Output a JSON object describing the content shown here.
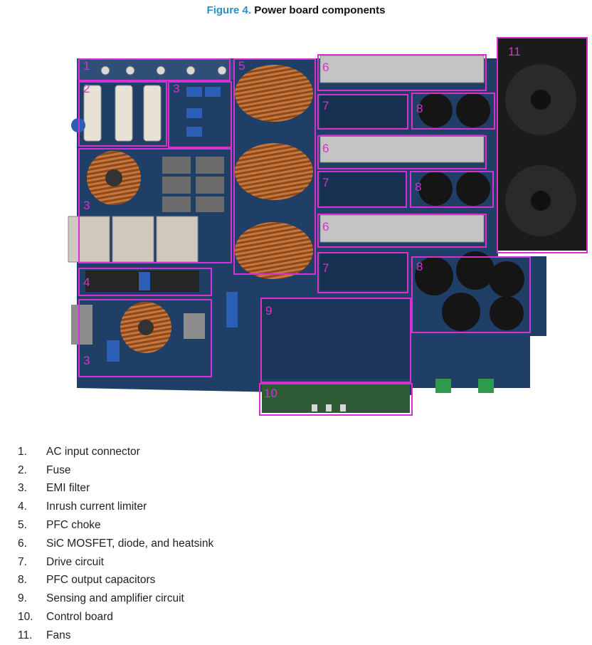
{
  "caption": {
    "figure": "Figure 4.",
    "title": "Power board components"
  },
  "callouts": [
    "1",
    "2",
    "3",
    "3",
    "3",
    "4",
    "5",
    "6",
    "6",
    "6",
    "7",
    "7",
    "7",
    "8",
    "8",
    "8",
    "9",
    "10",
    "11"
  ],
  "legend": [
    {
      "num": "1.",
      "text": "AC input connector"
    },
    {
      "num": "2.",
      "text": "Fuse"
    },
    {
      "num": "3.",
      "text": "EMI filter"
    },
    {
      "num": "4.",
      "text": "Inrush current limiter"
    },
    {
      "num": "5.",
      "text": "PFC choke"
    },
    {
      "num": "6.",
      "text": "SiC MOSFET, diode, and heatsink"
    },
    {
      "num": "7.",
      "text": "Drive circuit"
    },
    {
      "num": "8.",
      "text": "PFC output capacitors"
    },
    {
      "num": "9.",
      "text": "Sensing and amplifier circuit"
    },
    {
      "num": "10.",
      "text": "Control board"
    },
    {
      "num": "11.",
      "text": "Fans"
    }
  ],
  "colors": {
    "accent": "#2b8fc6",
    "callout": "#d92fd0",
    "board": "#1f3f66"
  }
}
